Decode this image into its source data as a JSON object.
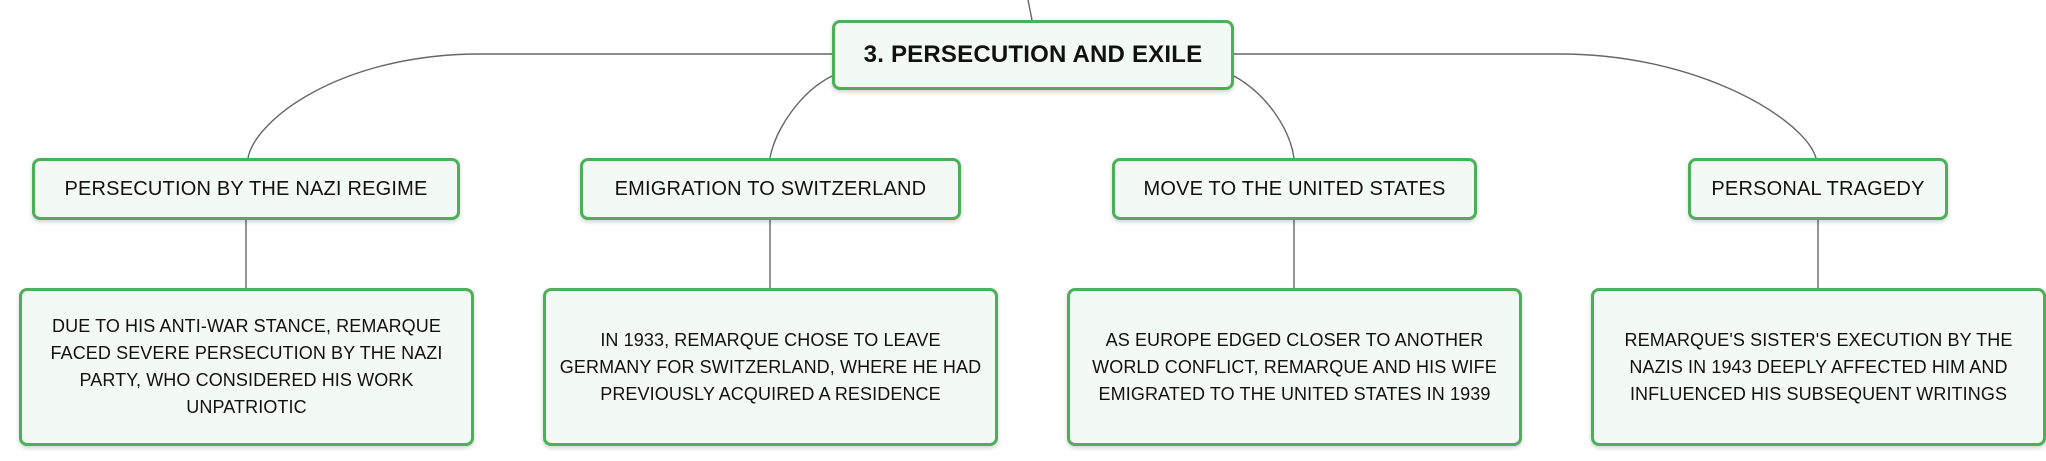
{
  "root": {
    "label": "3. PERSECUTION AND EXILE"
  },
  "branches": [
    {
      "label": "PERSECUTION BY THE NAZI REGIME",
      "detail": "DUE TO HIS ANTI-WAR STANCE, REMARQUE FACED SEVERE PERSECUTION BY THE NAZI PARTY, WHO CONSIDERED HIS WORK UNPATRIOTIC"
    },
    {
      "label": "EMIGRATION TO SWITZERLAND",
      "detail": "IN 1933, REMARQUE CHOSE TO LEAVE GERMANY FOR SWITZERLAND, WHERE HE HAD PREVIOUSLY ACQUIRED A RESIDENCE"
    },
    {
      "label": "MOVE TO THE UNITED STATES",
      "detail": "AS EUROPE EDGED CLOSER TO ANOTHER WORLD CONFLICT, REMARQUE AND HIS WIFE EMIGRATED TO THE UNITED STATES IN 1939"
    },
    {
      "label": "PERSONAL TRAGEDY",
      "detail": "REMARQUE'S SISTER'S EXECUTION BY THE NAZIS IN 1943 DEEPLY AFFECTED HIM AND INFLUENCED HIS SUBSEQUENT WRITINGS"
    }
  ],
  "colors": {
    "node_border": "#4caf5a",
    "node_fill": "#f3f9f4",
    "connector": "#666666"
  }
}
